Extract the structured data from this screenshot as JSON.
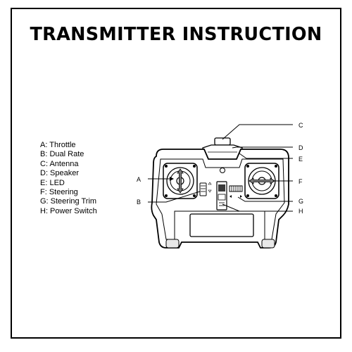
{
  "title": "TRANSMITTER INSTRUCTION",
  "legend": [
    {
      "letter": "A",
      "text": "A: Throttle"
    },
    {
      "letter": "B",
      "text": "B: Dual Rate"
    },
    {
      "letter": "C",
      "text": "C: Antenna"
    },
    {
      "letter": "D",
      "text": "D: Speaker"
    },
    {
      "letter": "E",
      "text": "E: LED"
    },
    {
      "letter": "F",
      "text": "F: Steering"
    },
    {
      "letter": "G",
      "text": "G: Steering Trim"
    },
    {
      "letter": "H",
      "text": "H: Power Switch"
    }
  ],
  "callouts": {
    "A": "A",
    "B": "B",
    "C": "C",
    "D": "D",
    "E": "E",
    "F": "F",
    "G": "G",
    "H": "H"
  },
  "colors": {
    "ink": "#000000",
    "body_gray": "#e8e8e8",
    "stick_gray": "#7a7a7a"
  }
}
